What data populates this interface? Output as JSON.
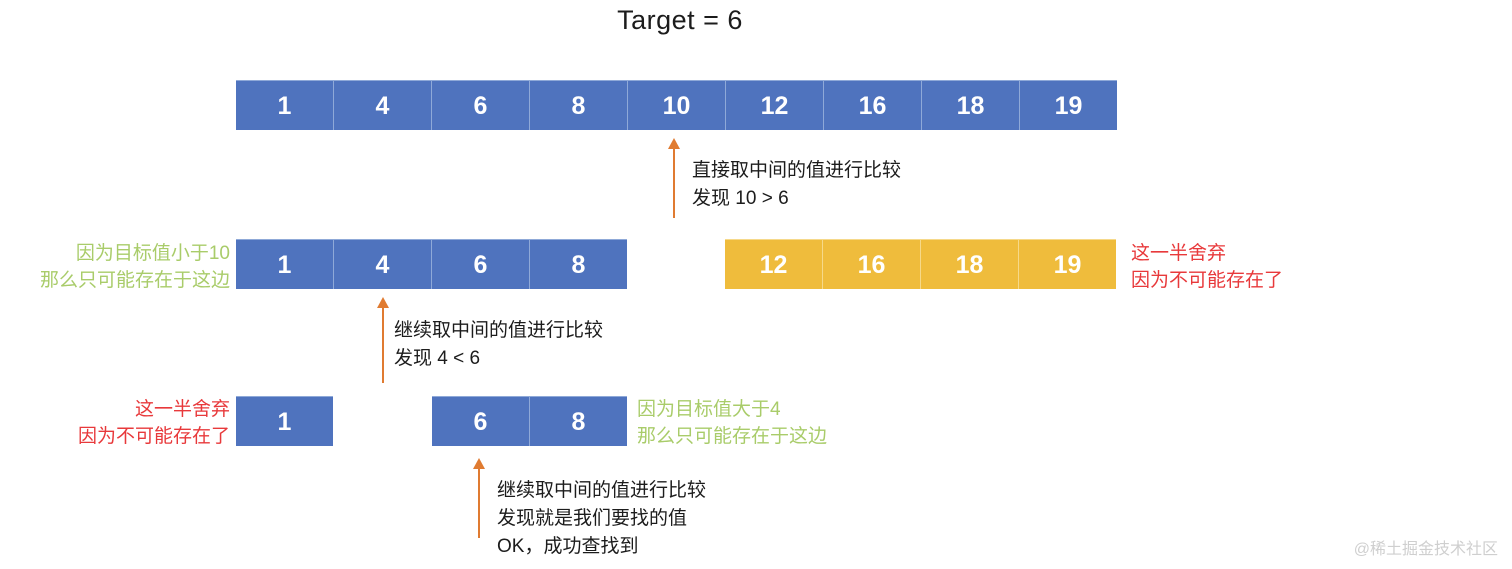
{
  "title": "Target = 6",
  "colors": {
    "blue": "#4F73BE",
    "amber": "#EFBC3C",
    "arrow": "#E07B31",
    "green_text": "#A9CC6A",
    "red_text": "#E8393B",
    "watermark": "#cfcfcf"
  },
  "rows": [
    {
      "name": "full-array",
      "cells": [
        "1",
        "4",
        "6",
        "8",
        "10",
        "12",
        "16",
        "18",
        "19"
      ]
    },
    {
      "name": "kept-left-half",
      "cells": [
        "1",
        "4",
        "6",
        "8"
      ]
    },
    {
      "name": "discarded-right-half",
      "cells": [
        "12",
        "16",
        "18",
        "19"
      ]
    },
    {
      "name": "discarded-left",
      "cells": [
        "1"
      ]
    },
    {
      "name": "kept-right",
      "cells": [
        "6",
        "8"
      ]
    }
  ],
  "notes": {
    "step1": {
      "line1": "直接取中间的值进行比较",
      "line2": "发现 10 > 6"
    },
    "step2": {
      "line1": "继续取中间的值进行比较",
      "line2": "发现 4 < 6"
    },
    "step3": {
      "line1": "继续取中间的值进行比较",
      "line2": "发现就是我们要找的值",
      "line3": "OK，成功查找到"
    }
  },
  "side_notes": {
    "left_keep_row2": {
      "line1": "因为目标值小于10",
      "line2": "那么只可能存在于这边"
    },
    "right_discard_row2": {
      "line1": "这一半舍弃",
      "line2": "因为不可能存在了"
    },
    "left_discard_row3": {
      "line1": "这一半舍弃",
      "line2": "因为不可能存在了"
    },
    "right_keep_row3": {
      "line1": "因为目标值大于4",
      "line2": "那么只可能存在于这边"
    }
  },
  "watermark": "@稀土掘金技术社区"
}
